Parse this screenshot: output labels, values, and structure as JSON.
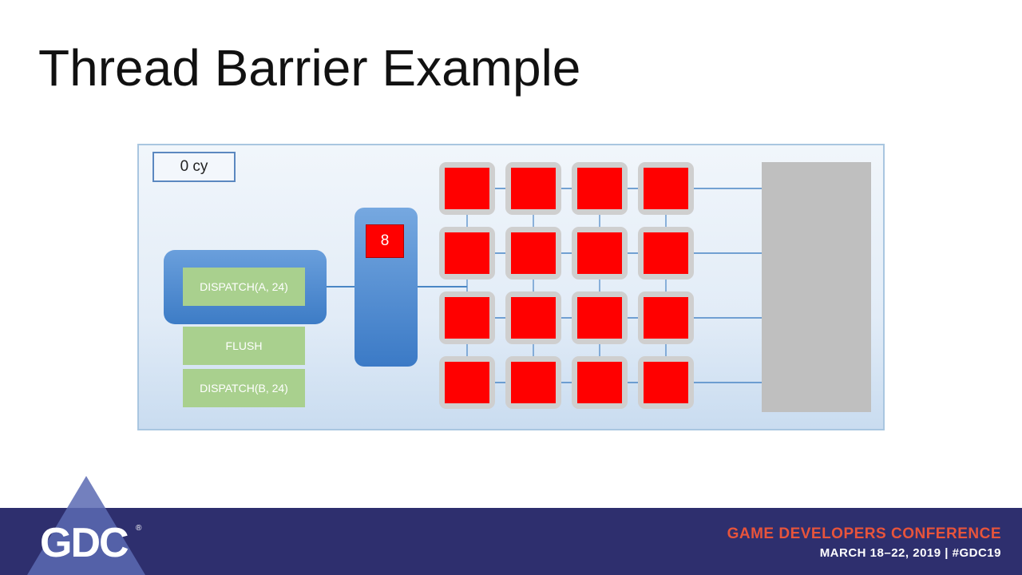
{
  "slide": {
    "title": "Thread Barrier Example"
  },
  "diagram": {
    "cycle_counter": "0 cy",
    "commands": [
      "DISPATCH(A, 24)",
      "FLUSH",
      "DISPATCH(B, 24)"
    ],
    "wave_counter": "8",
    "grid": {
      "rows": 4,
      "cols": 4
    },
    "colors": {
      "core_active": "#ff0000",
      "core_border": "#cfcfcf",
      "command": "#a9d08e",
      "memory": "#bfbfbf",
      "queue": "#3b7ac6"
    }
  },
  "footer": {
    "logo_text": "GDC",
    "registered_mark": "®",
    "conference_name": "GAME DEVELOPERS CONFERENCE",
    "conference_dates": "MARCH 18–22, 2019 | #GDC19",
    "colors": {
      "background": "#2e2f6e",
      "name_text": "#e8543b"
    }
  }
}
